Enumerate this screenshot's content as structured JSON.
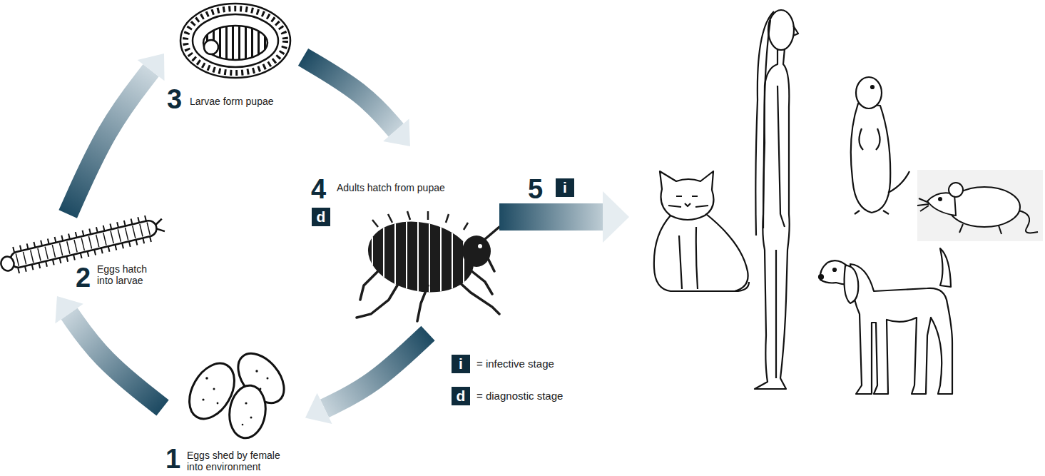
{
  "diagram": {
    "nodes": [
      {
        "text": [
          "1",
          "Eggs shed by female into environment"
        ]
      },
      {
        "text": [
          "2",
          "Eggs hatch into larvae"
        ]
      },
      {
        "text": [
          "3",
          "Larvae form pupae"
        ]
      },
      {
        "text": [
          "4",
          "Adults hatch from pupae"
        ]
      },
      {
        "text": [
          "d"
        ],
        "in": 3
      },
      {
        "text": [
          "i"
        ]
      }
    ],
    "edges": [
      {
        "from": 0,
        "to": 1,
        "arrow": "to"
      },
      {
        "from": 1,
        "to": 2,
        "arrow": "to"
      },
      {
        "from": 2,
        "to": 3,
        "arrow": "to"
      },
      {
        "from": 3,
        "to": 0,
        "arrow": "to"
      }
    ],
    "labels": [
      "5",
      "i",
      "d"
    ],
    "legend": [
      {
        "text": "= infective stage",
        "color": "#0e2b3b"
      },
      {
        "text": "= diagnostic stage",
        "color": "#0e2b3b"
      }
    ]
  }
}
